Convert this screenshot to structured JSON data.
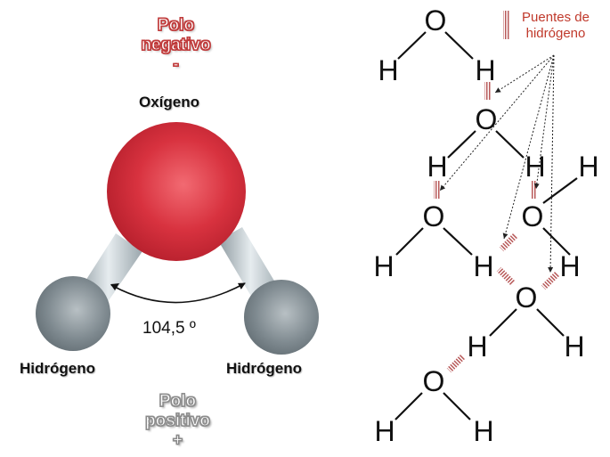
{
  "left": {
    "negative_pole": {
      "line1": "Polo",
      "line2": "negativo",
      "sign": "-"
    },
    "oxygen_label": "Oxígeno",
    "angle_label": "104,5 º",
    "hydrogen_left_label": "Hidrógeno",
    "hydrogen_right_label": "Hidrógeno",
    "positive_pole": {
      "line1": "Polo",
      "line2": "positivo",
      "sign": "+"
    },
    "colors": {
      "oxygen": "#d8323f",
      "hydrogen": "#7f8a90",
      "bond": "#c9d3d8"
    }
  },
  "right": {
    "legend": {
      "line1": "Puentes de",
      "line2": "hidrógeno"
    },
    "atoms": [
      {
        "symbol": "O"
      },
      {
        "symbol": "H"
      },
      {
        "symbol": "H"
      },
      {
        "symbol": "O"
      },
      {
        "symbol": "H"
      },
      {
        "symbol": "H"
      },
      {
        "symbol": "O"
      },
      {
        "symbol": "H"
      },
      {
        "symbol": "H"
      },
      {
        "symbol": "O"
      },
      {
        "symbol": "H"
      },
      {
        "symbol": "H"
      },
      {
        "symbol": "O"
      },
      {
        "symbol": "H"
      },
      {
        "symbol": "H"
      },
      {
        "symbol": "O"
      },
      {
        "symbol": "H"
      },
      {
        "symbol": "H"
      }
    ],
    "colors": {
      "hbond": "#b85a5a"
    }
  }
}
